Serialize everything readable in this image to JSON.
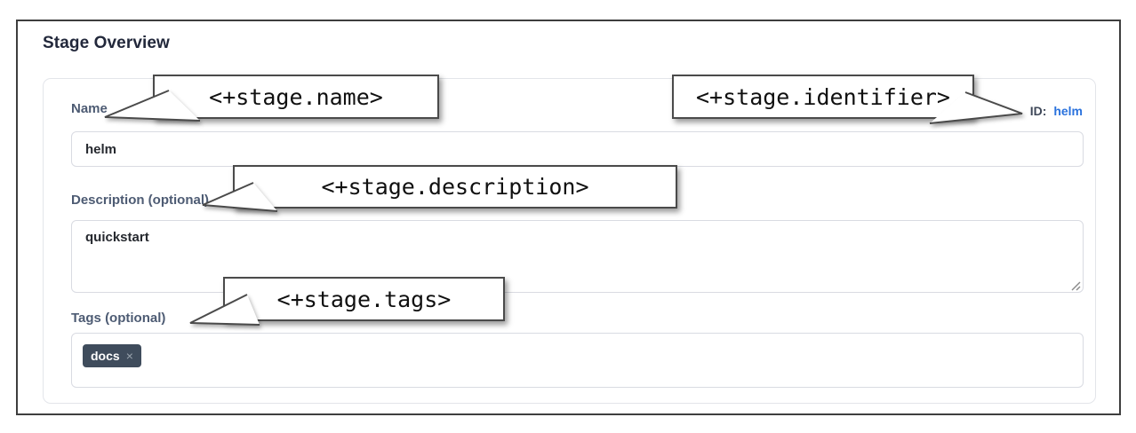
{
  "title": "Stage Overview",
  "form": {
    "name": {
      "label": "Name",
      "value": "helm"
    },
    "identifier": {
      "prefix": "ID:",
      "value": "helm"
    },
    "description": {
      "label": "Description (optional)",
      "value": "quickstart"
    },
    "tags": {
      "label": "Tags (optional)",
      "chips": [
        {
          "label": "docs",
          "remove_icon": "×"
        }
      ]
    }
  },
  "callouts": {
    "name": "<+stage.name>",
    "identifier": "<+stage.identifier>",
    "description": "<+stage.description>",
    "tags": "<+stage.tags>"
  },
  "colors": {
    "outer_border": "#3e3e3e",
    "callout_border": "#4a4a4a",
    "label_text": "#4d5b73",
    "id_value_blue": "#2a72dd",
    "tag_chip_bg": "#3f4c5c",
    "input_border": "#d9dbe2"
  }
}
